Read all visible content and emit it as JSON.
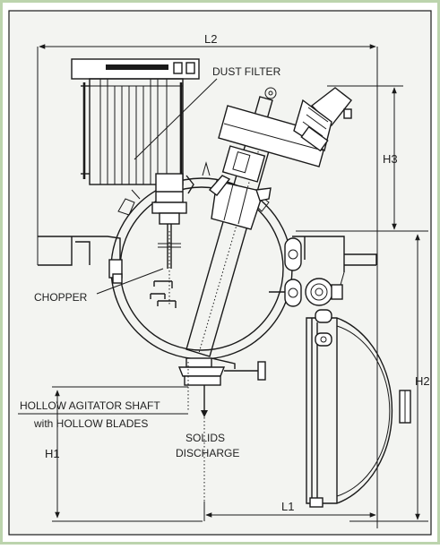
{
  "labels": {
    "l2": "L2",
    "h3": "H3",
    "h2": "H2",
    "h1": "H1",
    "l1": "L1",
    "dust_filter": "DUST FILTER",
    "chopper": "CHOPPER",
    "hollow_shaft": "HOLLOW AGITATOR SHAFT",
    "hollow_blades": "with HOLLOW BLADES",
    "solids": "SOLIDS",
    "discharge": "DISCHARGE"
  },
  "colors": {
    "border": "#bcd4ad",
    "frame_bg": "#f3f4f1",
    "line": "#1a1a1a",
    "canvas": "#ffffff"
  }
}
